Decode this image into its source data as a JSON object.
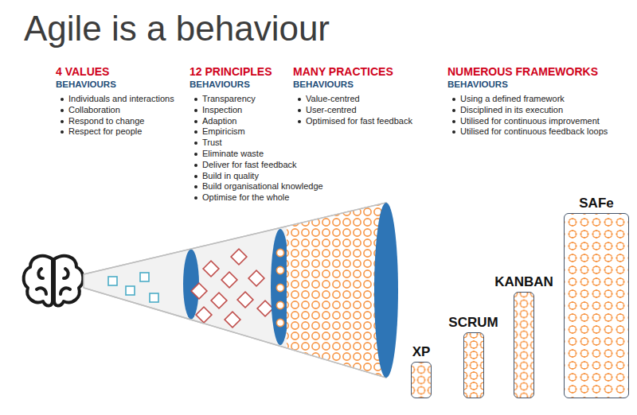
{
  "diagram": {
    "title": "Agile is a behaviour",
    "nodes": [
      {
        "text": [
          "XP"
        ]
      },
      {
        "text": [
          "SCRUM"
        ]
      },
      {
        "text": [
          "KANBAN"
        ]
      },
      {
        "text": [
          "SAFe"
        ]
      }
    ],
    "labels": [
      "4 VALUES",
      "BEHAVIOURS",
      "Individuals and interactions",
      "Collaboration",
      "Respond to change",
      "Respect for people",
      "12 PRINCIPLES",
      "BEHAVIOURS",
      "Transparency",
      "Inspection",
      "Adaption",
      "Empiricism",
      "Trust",
      "Eliminate waste",
      "Deliver for fast feedback",
      "Build in quality",
      "Build organisational knowledge",
      "Optimise for the whole",
      "MANY PRACTICES",
      "BEHAVIOURS",
      "Value-centred",
      "User-centred",
      "Optimised for fast feedback",
      "NUMEROUS FRAMEWORKS",
      "BEHAVIOURS",
      "Using a defined framework",
      "Disciplined in its execution",
      "Utilised for continuous improvement",
      "Utilised for continuous feedback loops"
    ]
  }
}
